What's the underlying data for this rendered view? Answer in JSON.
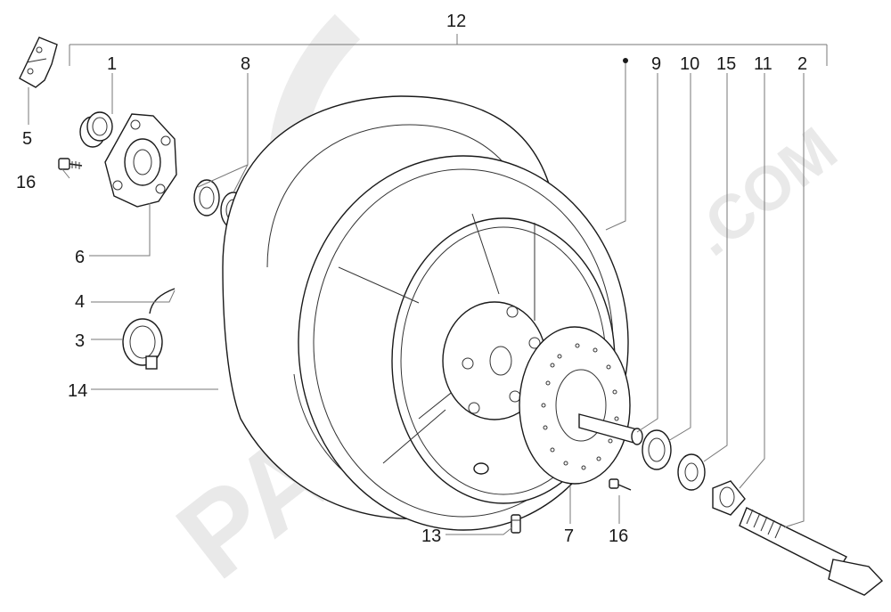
{
  "watermark": {
    "brand": "PARTS",
    "suffix": ".COM"
  },
  "callouts": {
    "c1": "1",
    "c2": "2",
    "c3": "3",
    "c4": "4",
    "c5": "5",
    "c6": "6",
    "c7": "7",
    "c8": "8",
    "c9": "9",
    "c10": "10",
    "c11": "11",
    "c12": "12",
    "c13": "13",
    "c14": "14",
    "c15": "15",
    "c16a": "16",
    "c16b": "16"
  },
  "colors": {
    "ink": "#1a1a1a",
    "leader": "#777777",
    "watermark": "#e9e9e9",
    "background": "#ffffff"
  }
}
